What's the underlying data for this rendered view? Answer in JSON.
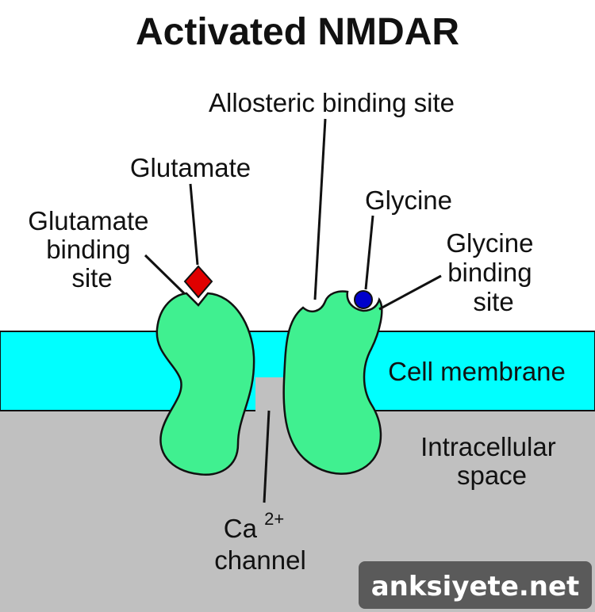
{
  "title": "Activated NMDAR",
  "labels": {
    "allosteric": "Allosteric binding site",
    "glutamate": "Glutamate",
    "glutamate_site": [
      "Glutamate",
      "binding",
      "site"
    ],
    "glycine": "Glycine",
    "glycine_site": [
      "Glycine",
      "binding",
      "site"
    ],
    "membrane": "Cell membrane",
    "intracellular": [
      "Intracellular",
      "space"
    ],
    "channel_ca": "Ca",
    "channel_sup": "2+",
    "channel_word": "channel"
  },
  "watermark": "anksiyete.net",
  "colors": {
    "membrane": "#00ffff",
    "intracellular": "#c0c0c0",
    "receptor": "#40f090",
    "glutamate": "#e00000",
    "glycine": "#0000cc",
    "watermark_bg": "#5a5a5a"
  }
}
